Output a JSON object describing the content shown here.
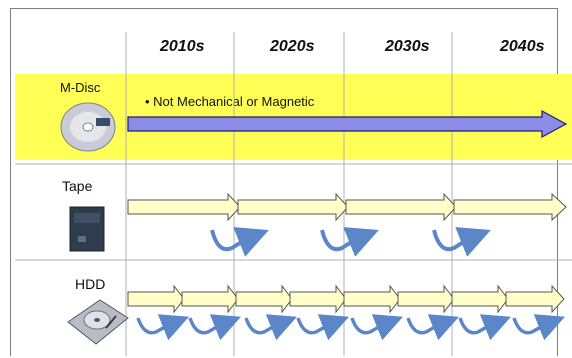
{
  "decades": [
    "2010s",
    "2020s",
    "2030s",
    "2040s"
  ],
  "rows": [
    {
      "label": "M-Disc",
      "note": "Not Mechanical or Magnetic"
    },
    {
      "label": "Tape"
    },
    {
      "label": "HDD"
    }
  ],
  "colors": {
    "highlight": "#ffff55",
    "mdisc_arrow": "#8c8ce6",
    "segment_arrow": "#ffffc8",
    "cycle_arrow": "#5b87c9"
  }
}
